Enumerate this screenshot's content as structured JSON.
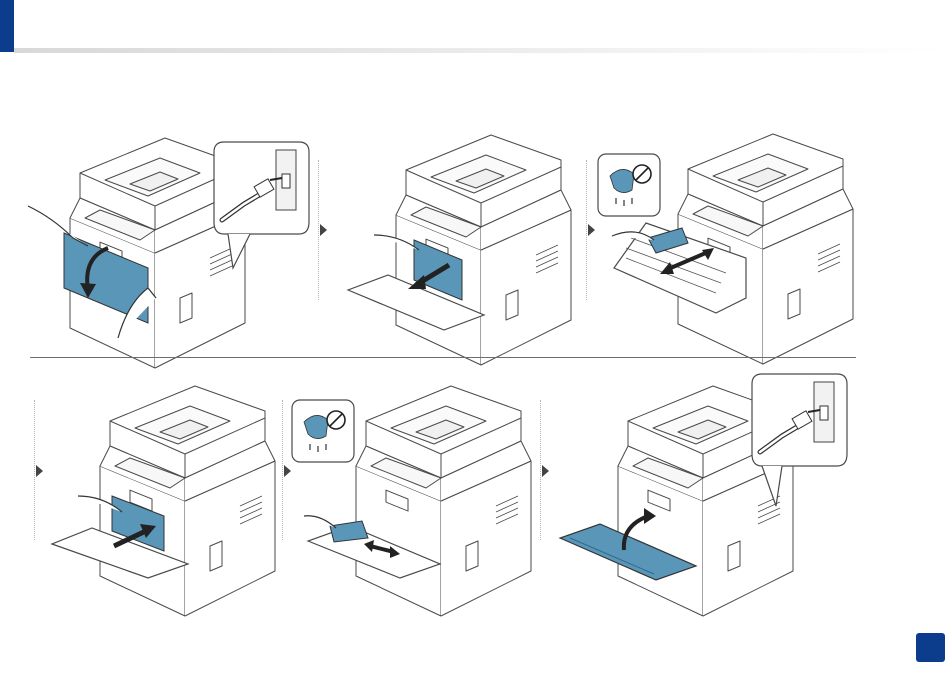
{
  "page": {
    "accent_color": "#0b3d8c",
    "highlight_color": "#5a96b8",
    "page_number": ""
  },
  "steps": [
    {
      "id": "step-1",
      "action": "open-front-cover",
      "callout": "unplug-power-cord",
      "icon": "curved-arrow-icon"
    },
    {
      "id": "step-2",
      "action": "pull-out-inner-cover",
      "icon": "straight-arrow-icon"
    },
    {
      "id": "step-3",
      "action": "wipe-toner-tray",
      "warning": "no-liquid-icon",
      "icon": "double-arrow-icon"
    },
    {
      "id": "step-4",
      "action": "push-in-inner-cover",
      "icon": "straight-arrow-icon"
    },
    {
      "id": "step-5",
      "action": "wipe-cover-interior",
      "warning": "no-liquid-icon",
      "icon": "double-arrow-icon"
    },
    {
      "id": "step-6",
      "action": "close-front-cover",
      "callout": "plug-in-power-cord",
      "icon": "curved-arrow-icon"
    }
  ]
}
